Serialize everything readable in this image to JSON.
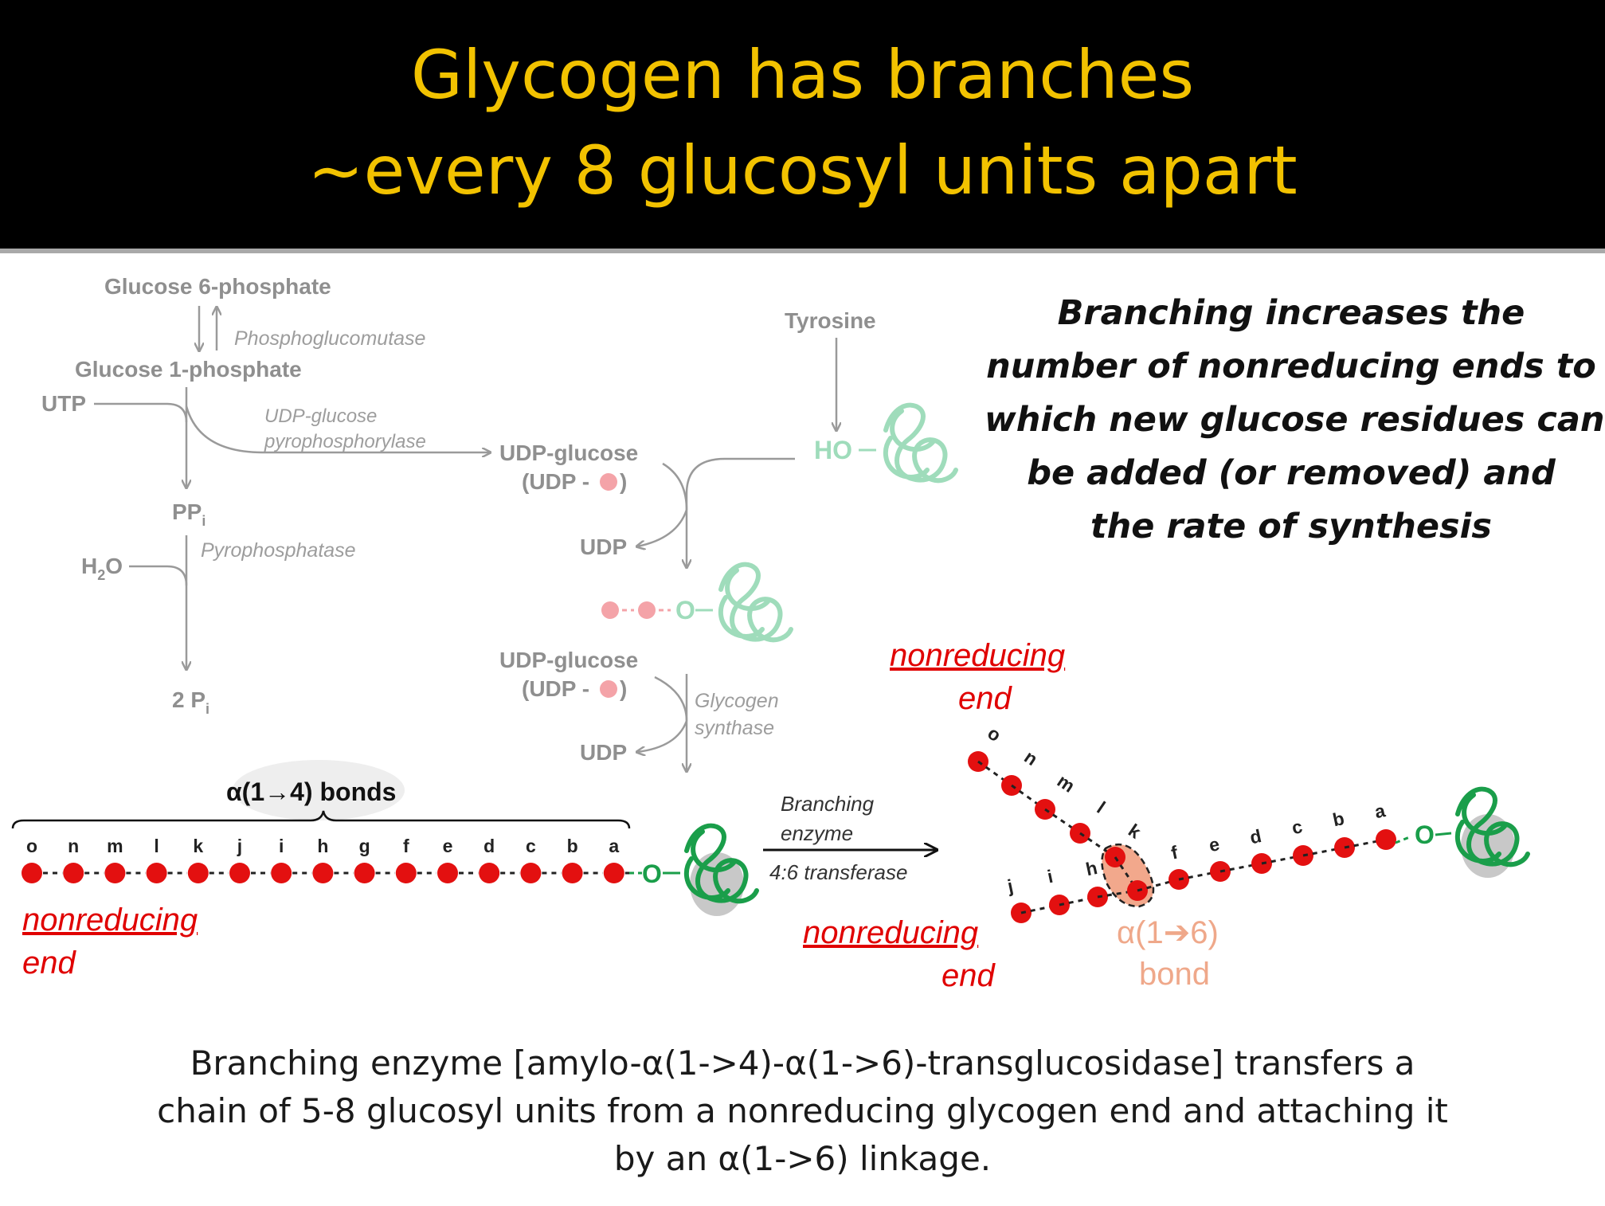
{
  "title": {
    "line1": "Glycogen has branches",
    "line2": "~every 8 glucosyl units apart"
  },
  "side_note": {
    "line1": "Branching increases the",
    "line2": "number of nonreducing ends to",
    "line3": "which new glucose residues can",
    "line4": "be added (or removed) and",
    "line5": "the rate of synthesis"
  },
  "pathway": {
    "glucose6p": "Glucose 6-phosphate",
    "phosphoglucomutase": "Phosphoglucomutase",
    "glucose1p": "Glucose 1-phosphate",
    "utp": "UTP",
    "udp_glucose_pyrophosphorylase_1": "UDP-glucose",
    "udp_glucose_pyrophosphorylase_2": "pyrophosphorylase",
    "ppi": "PP",
    "ppi_sub": "i",
    "h2o_h": "H",
    "h2o_sub": "2",
    "h2o_o": "O",
    "pyrophosphatase": "Pyrophosphatase",
    "two_pi": "2 P",
    "two_pi_sub": "i",
    "tyrosine": "Tyrosine",
    "ho": "HO",
    "udp_glucose_1": "UDP-glucose",
    "udp_glucose_1b": "(UDP -",
    "udp_1": "UDP",
    "udp_glucose_2": "UDP-glucose",
    "udp_glucose_2b": "(UDP -",
    "glycogen_synthase_1": "Glycogen",
    "glycogen_synthase_2": "synthase",
    "udp_2": "UDP",
    "close_paren": ")",
    "o_link": "O"
  },
  "chain": {
    "bond_label_prefix": "α(1",
    "bond_label_arrow": "→",
    "bond_label_suffix": "4) bonds",
    "letters": [
      "o",
      "n",
      "m",
      "l",
      "k",
      "j",
      "i",
      "h",
      "g",
      "f",
      "e",
      "d",
      "c",
      "b",
      "a"
    ],
    "nonreducing_1": "nonreducing",
    "nonreducing_2": "end"
  },
  "branching": {
    "enzyme_1": "Branching",
    "enzyme_2": "enzyme",
    "transferase": "4:6 transferase"
  },
  "branched": {
    "upper_letters": [
      "o",
      "n",
      "m",
      "l",
      "k"
    ],
    "lower_letters": [
      "j",
      "i",
      "h"
    ],
    "main_letters": [
      "f",
      "e",
      "d",
      "c",
      "b",
      "a"
    ],
    "nonreducing_top_1": "nonreducing",
    "nonreducing_top_2": "end",
    "nonreducing_bottom_1": "nonreducing",
    "nonreducing_bottom_2": "end",
    "bond_16_line1": "α(1➔6)",
    "bond_16_line2": "bond"
  },
  "caption": {
    "line1": "Branching enzyme [amylo-α(1->4)-α(1->6)-transglucosidase] transfers a",
    "line2": "chain of 5-8 glucosyl units from a nonreducing glycogen end and attaching it",
    "line3": "by an α(1->6) linkage."
  },
  "colors": {
    "title_bg": "#000000",
    "title_text": "#f2c200",
    "glucose_red": "#e31010",
    "glucose_faded": "#f4a3a8",
    "glycogenin_green": "#1a9e4a",
    "glycogenin_faded": "#9fdcbb",
    "pathway_gray": "#9a9a9a",
    "bond16_highlight": "#f2a88c"
  }
}
